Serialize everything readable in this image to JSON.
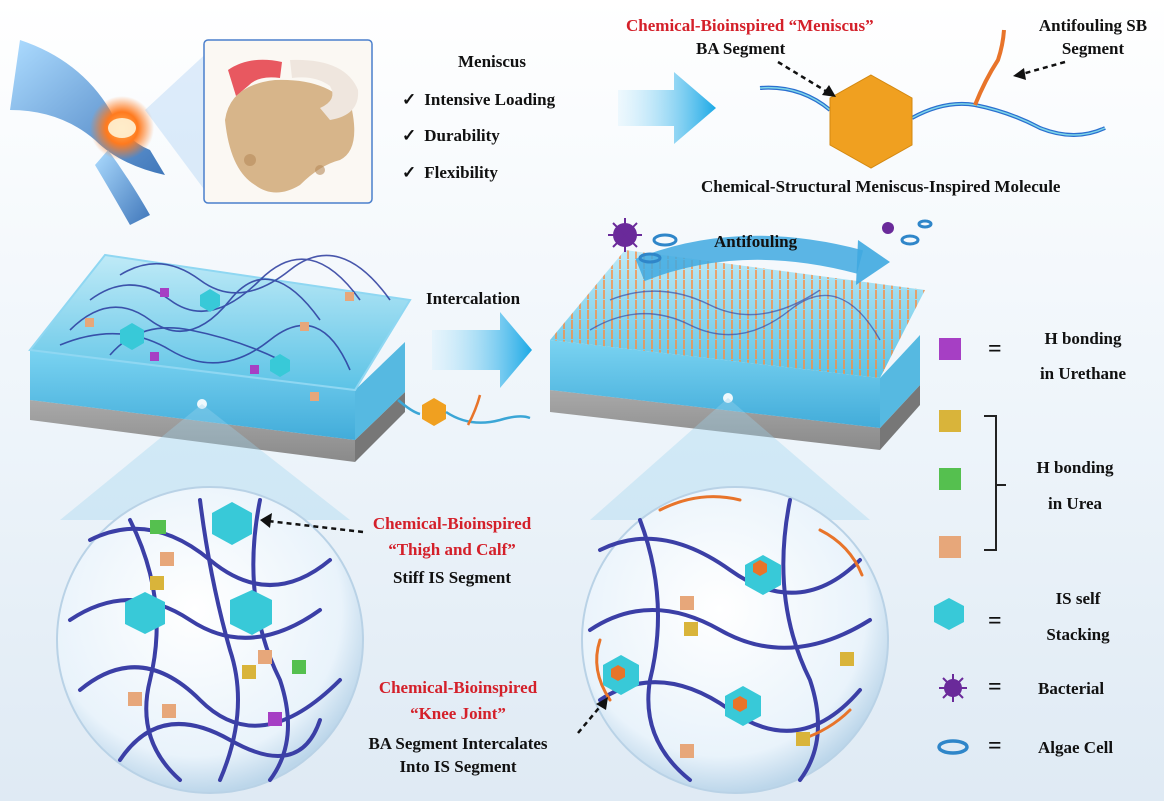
{
  "meniscus": {
    "title": "Meniscus",
    "properties": [
      "Intensive Loading",
      "Durability",
      "Flexibility"
    ]
  },
  "molecule": {
    "bioinspired_label": "Chemical-Bioinspired “Meniscus”",
    "ba_segment": "BA Segment",
    "sb_segment_line1": "Antifouling SB",
    "sb_segment_line2": "Segment",
    "caption": "Chemical-Structural Meniscus-Inspired Molecule"
  },
  "process": {
    "intercalation": "Intercalation",
    "antifouling": "Antifouling"
  },
  "zoom_left": {
    "thigh_line1": "Chemical-Bioinspired",
    "thigh_line2": "“Thigh and Calf”",
    "thigh_line3": "Stiff IS Segment"
  },
  "zoom_right": {
    "knee_line1": "Chemical-Bioinspired",
    "knee_line2": "“Knee Joint”",
    "knee_line3": "BA Segment Intercalates",
    "knee_line4": "Into IS Segment"
  },
  "legend": {
    "equals": "=",
    "urethane_line1": "H bonding",
    "urethane_line2": "in Urethane",
    "urea_line1": "H bonding",
    "urea_line2": "in Urea",
    "is_line1": "IS self",
    "is_line2": "Stacking",
    "bacterial": "Bacterial",
    "algae": "Algae Cell"
  },
  "colors": {
    "accent_red": "#d4202a",
    "polymer_chain": "#3b3fa6",
    "is_segment": "#3ec9d6",
    "ba_segment": "#f0a020",
    "sb_segment": "#e8742a",
    "urethane_block": "#a63fc4",
    "urea_block_yellow": "#d9b43a",
    "urea_block_green": "#55c04f",
    "urea_block_peach": "#e7a77a",
    "bacteria": "#6a2a9a",
    "algae": "#2f86c9"
  }
}
